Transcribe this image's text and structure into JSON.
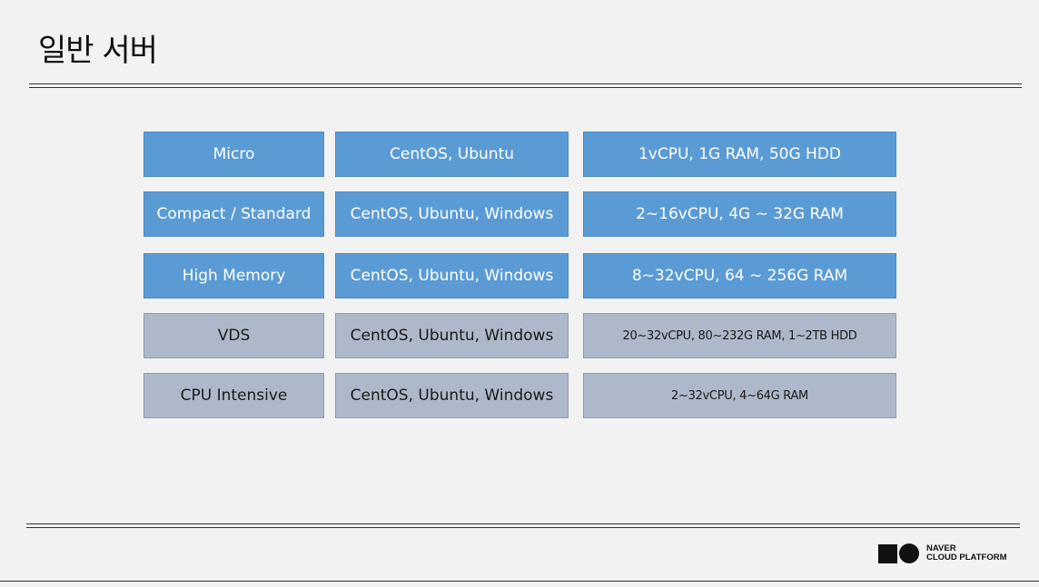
{
  "slide": {
    "title": "일반 서버"
  },
  "table": {
    "rows": [
      {
        "type": "Micro",
        "os": "CentOS, Ubuntu",
        "spec": "1vCPU, 1G RAM, 50G HDD",
        "style": "blue"
      },
      {
        "type": "Compact / Standard",
        "os": "CentOS, Ubuntu, Windows",
        "spec": "2~16vCPU, 4G ~ 32G RAM",
        "style": "blue"
      },
      {
        "type": "High Memory",
        "os": "CentOS, Ubuntu, Windows",
        "spec": "8~32vCPU, 64 ~ 256G RAM",
        "style": "blue"
      },
      {
        "type": "VDS",
        "os": "CentOS, Ubuntu, Windows",
        "spec": "20~32vCPU, 80~232G RAM, 1~2TB HDD",
        "style": "gray"
      },
      {
        "type": "CPU Intensive",
        "os": "CentOS, Ubuntu, Windows",
        "spec": "2~32vCPU, 4~64G RAM",
        "style": "gray"
      }
    ]
  },
  "footer": {
    "logo_line1": "NAVER",
    "logo_line2": "CLOUD PLATFORM"
  },
  "colors": {
    "blue_cell": "#5b9bd5",
    "gray_cell": "#adb9ca",
    "background": "#f2f2f2"
  }
}
